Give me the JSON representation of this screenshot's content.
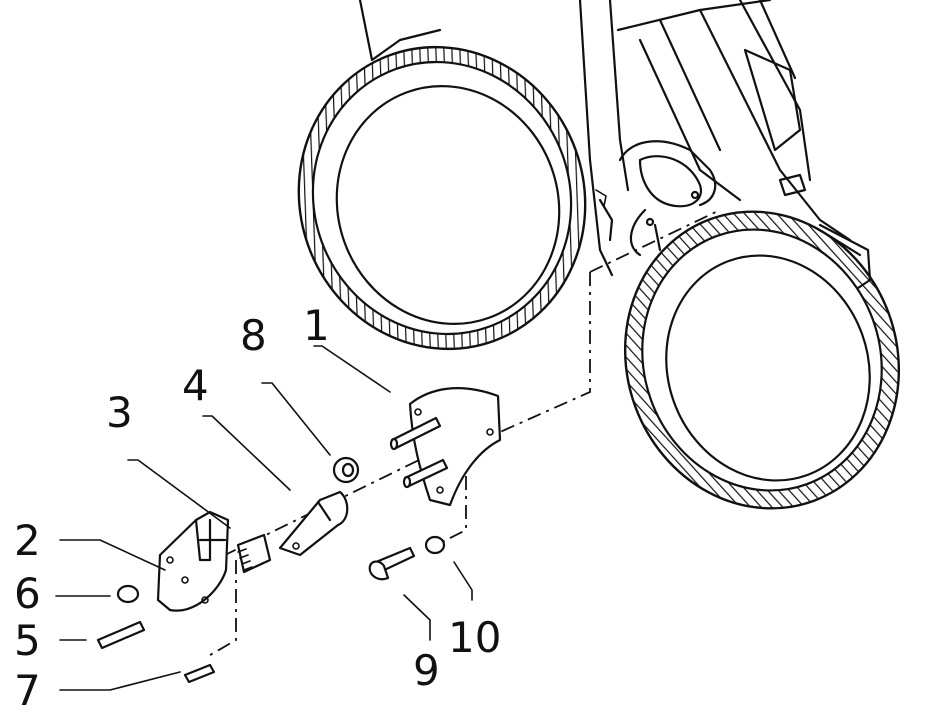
{
  "diagram": {
    "type": "exploded-parts-view",
    "labels": [
      {
        "id": "1",
        "text": "1"
      },
      {
        "id": "2",
        "text": "2"
      },
      {
        "id": "3",
        "text": "3"
      },
      {
        "id": "4",
        "text": "4"
      },
      {
        "id": "5",
        "text": "5"
      },
      {
        "id": "6",
        "text": "6"
      },
      {
        "id": "7",
        "text": "7"
      },
      {
        "id": "8",
        "text": "8"
      },
      {
        "id": "9",
        "text": "9"
      },
      {
        "id": "10",
        "text": "10"
      }
    ],
    "colors": {
      "line": "#111111",
      "background": "#ffffff"
    }
  }
}
